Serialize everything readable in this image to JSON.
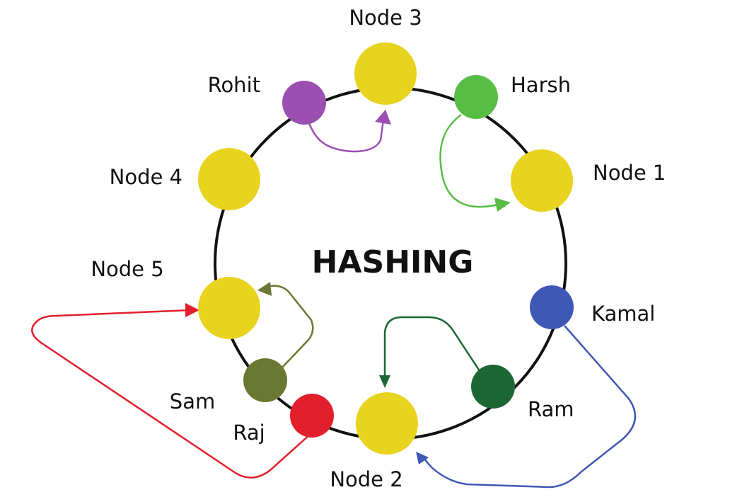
{
  "title": "HASHING",
  "colors": {
    "ring": "#111111",
    "server_node": "#E8D31F",
    "rohit": "#9B4FB0",
    "harsh": "#57BD45",
    "kamal": "#3F57B5",
    "ram": "#1C6634",
    "raj": "#E2202C",
    "sam": "#6A7833"
  },
  "server_nodes": [
    {
      "id": "node-3",
      "label": "Node 3"
    },
    {
      "id": "node-1",
      "label": "Node 1"
    },
    {
      "id": "node-2",
      "label": "Node 2"
    },
    {
      "id": "node-5",
      "label": "Node 5"
    },
    {
      "id": "node-4",
      "label": "Node 4"
    }
  ],
  "keys": [
    {
      "id": "rohit",
      "label": "Rohit",
      "maps_to": "Node 3"
    },
    {
      "id": "harsh",
      "label": "Harsh",
      "maps_to": "Node 1"
    },
    {
      "id": "kamal",
      "label": "Kamal",
      "maps_to": "Node 2"
    },
    {
      "id": "ram",
      "label": "Ram",
      "maps_to": "Node 2"
    },
    {
      "id": "raj",
      "label": "Raj",
      "maps_to": "Node 5"
    },
    {
      "id": "sam",
      "label": "Sam",
      "maps_to": "Node 5"
    }
  ]
}
